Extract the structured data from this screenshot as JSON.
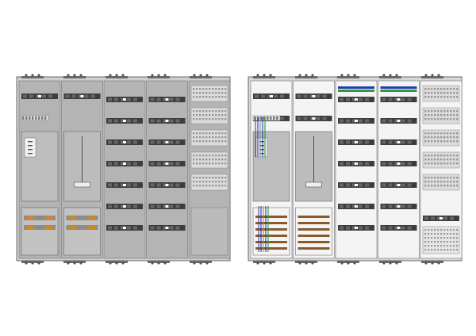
{
  "colors": {
    "background": "#ffffff",
    "housing": "#cfcfcf",
    "panel_front": "#b4b4b4",
    "panel_open": "#f4f4f4",
    "din_rail": "#3d3d3d",
    "busbar_brown": "#8a5a2b",
    "busbar_orange": "#c9892c",
    "wire_blue": "#1f3fa8",
    "wire_green": "#2f9a3a",
    "wire_purple": "#5a3f8a",
    "mesh": "#9a9a9a",
    "outline": "#4a4a4a"
  },
  "icons": {
    "meter_module": "meter-icon",
    "main_switch": "main-switch-icon",
    "terminal_block": "terminal-block-icon",
    "vent_grille": "vent-grille-icon",
    "cable_entry": "cable-entry-icon"
  },
  "left_cabinet": {
    "state": "closed",
    "column_count": 5,
    "columns": [
      {
        "top_modules": [
          "meter",
          "terminal-strip"
        ],
        "middle": "meter-panel",
        "bottom": "busbar-field"
      },
      {
        "top_modules": [
          "meter"
        ],
        "middle": "main-switch",
        "bottom": "busbar-field"
      },
      {
        "top_modules": [
          "breaker-row",
          "breaker-row",
          "breaker-row"
        ],
        "middle": "breaker-rows",
        "bottom": "breaker-rows"
      },
      {
        "top_modules": [
          "breaker-row",
          "breaker-row",
          "breaker-row"
        ],
        "middle": "breaker-rows",
        "bottom": "breaker-rows"
      },
      {
        "top_modules": [
          "vent",
          "vent",
          "vent",
          "vent",
          "vent"
        ],
        "middle": "vent-rows",
        "bottom": "blank"
      }
    ]
  },
  "right_cabinet": {
    "state": "open",
    "column_count": 5,
    "columns": [
      {
        "top_modules": [
          "rail",
          "rail",
          "terminal-strip"
        ],
        "middle": "meter-panel",
        "bottom": "busbar-field"
      },
      {
        "top_modules": [
          "rail",
          "rail"
        ],
        "middle": "main-switch",
        "bottom": "busbar-field"
      },
      {
        "top_modules": [
          "colored-busbar",
          "rail",
          "rail"
        ],
        "middle": "rails",
        "bottom": "rails"
      },
      {
        "top_modules": [
          "colored-busbar",
          "rail",
          "rail"
        ],
        "middle": "rails",
        "bottom": "rails"
      },
      {
        "top_modules": [
          "vent",
          "vent",
          "vent",
          "vent",
          "vent"
        ],
        "middle": "vent-rows",
        "bottom": "mesh-cover"
      }
    ]
  }
}
